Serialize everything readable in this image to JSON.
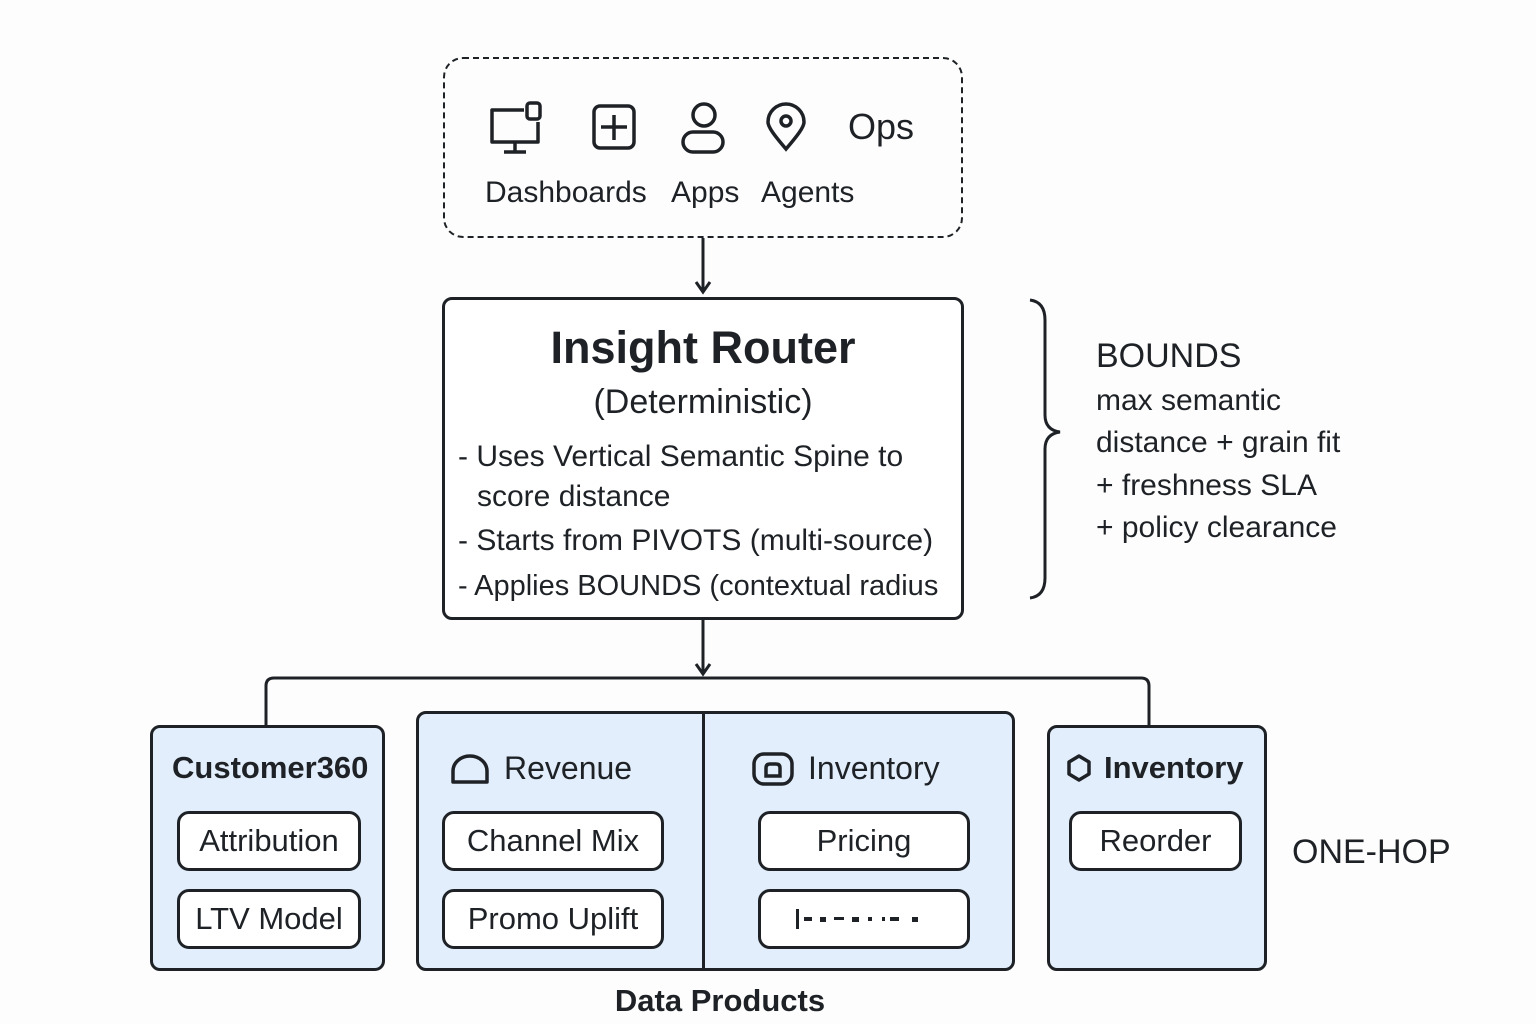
{
  "consumers": {
    "icons": [
      "monitor-icon",
      "plus-square-icon",
      "person-icon",
      "location-pin-icon"
    ],
    "ops_label": "Ops",
    "labels": [
      "Dashboards",
      "Apps",
      "Agents"
    ]
  },
  "router": {
    "title": "Insight Router",
    "subtitle": "(Deterministic)",
    "bullets": [
      "- Uses Vertical Semantic Spine to",
      "score distance",
      "- Starts from PIVOTS (multi-source)",
      "- Applies BOUNDS (contextual radius"
    ]
  },
  "bounds": {
    "title": "BOUNDS",
    "lines": [
      "max semantic",
      "distance + grain fit",
      "+ freshness SLA",
      "+ policy clearance"
    ]
  },
  "products": {
    "customer360": {
      "title": "Customer360",
      "items": [
        "Attribution",
        "LTV Model"
      ]
    },
    "revenue": {
      "title": "Revenue",
      "icon": "cloud-icon",
      "items": [
        "Channel Mix",
        "Promo Uplift"
      ]
    },
    "inventory_mid": {
      "title": "Inventory",
      "icon": "camera-icon",
      "items": [
        "Pricing",
        ""
      ]
    },
    "inventory_right": {
      "title": "Inventory",
      "icon": "hexagon-icon",
      "items": [
        "Reorder"
      ]
    },
    "one_hop": "ONE-HOP",
    "caption": "Data Products"
  },
  "colors": {
    "stroke": "#1e2226",
    "product_fill": "#e2eefb",
    "background": "#fdfdfd"
  }
}
